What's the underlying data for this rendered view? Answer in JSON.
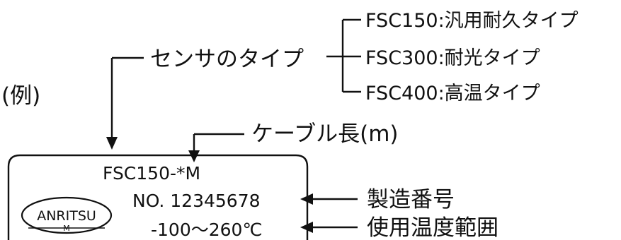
{
  "example_label": "(例)",
  "sensor": {
    "label": "センサのタイプ",
    "types": [
      "FSC150:汎用耐久タイプ",
      "FSC300:耐光タイプ",
      "FSC400:高温タイプ"
    ]
  },
  "cable": {
    "label": "ケーブル長(m)"
  },
  "plate": {
    "model": "FSC150-*M",
    "serial": "NO. 12345678",
    "temp_range": "-100〜260℃",
    "logo_text": "ANRITSU",
    "logo_sub": "M"
  },
  "annotations": {
    "serial_label": "製造番号",
    "temp_label": "使用温度範囲"
  }
}
